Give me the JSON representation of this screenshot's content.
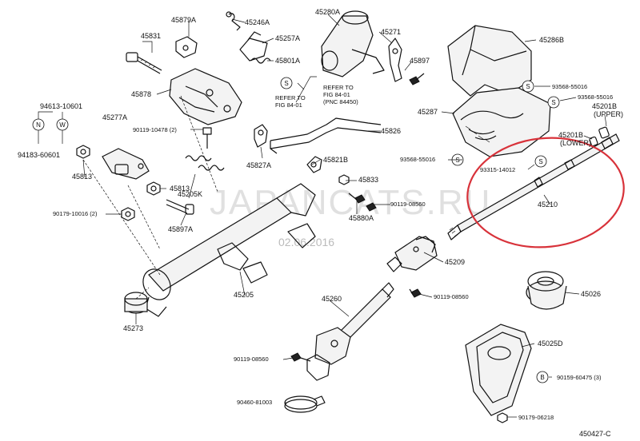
{
  "diagram": {
    "drawing_number": "450427-C",
    "watermark": "JAPANCATS.RU",
    "watermark_date": "02.06.2016",
    "highlight_color": "#d8323a",
    "labels": {
      "p45879A": "45879A",
      "p45246A": "45246A",
      "p45280A": "45280A",
      "p45831": "45831",
      "p45257A": "45257A",
      "p45801A": "45801A",
      "p45271": "45271",
      "p45286B": "45286B",
      "p45897": "45897",
      "p45878": "45878",
      "p94613": "94613-10601",
      "p94183": "94183-60601",
      "p45813a": "45813",
      "p45277A": "45277A",
      "p90119_10478": "90119-10478 (2)",
      "p45827A": "45827A",
      "p45826": "45826",
      "p93568_55016a": "93568-55016",
      "p93568_55016b": "93568-55016",
      "p45201B_upper": "45201B",
      "upper_text": "(UPPER)",
      "p45201B_lower": "45201B",
      "lower_text": "(LOWER)",
      "p45287": "45287",
      "p45821B": "45821B",
      "p45833": "45833",
      "p93568_55016c": "93568-55016",
      "p93315": "93315-14012",
      "p45210": "45210",
      "p45813b": "45813",
      "p45205K": "45205K",
      "p90179_10016": "90179-10016 (2)",
      "p45897A": "45897A",
      "p90119_08560a": "90119-08560",
      "p45880A": "45880A",
      "p45209": "45209",
      "p90119_08560b": "90119-08560",
      "p45026": "45026",
      "p45205": "45205",
      "p45260": "45260",
      "p45273": "45273",
      "p45025D": "45025D",
      "p90119_08560c": "90119-08560",
      "p90159_60475": "90159-60475 (3)",
      "p90460_81003": "90460-81003",
      "p90179_06218": "90179-06218",
      "refer1_l1": "REFER TO",
      "refer1_l2": "FIG 84-01",
      "refer1_l3": "(PNC 84450)",
      "refer2_l1": "REFER TO",
      "refer2_l2": "FIG 84-01"
    },
    "symbols": {
      "N": "N",
      "W": "W",
      "S": "S",
      "B": "B"
    }
  }
}
